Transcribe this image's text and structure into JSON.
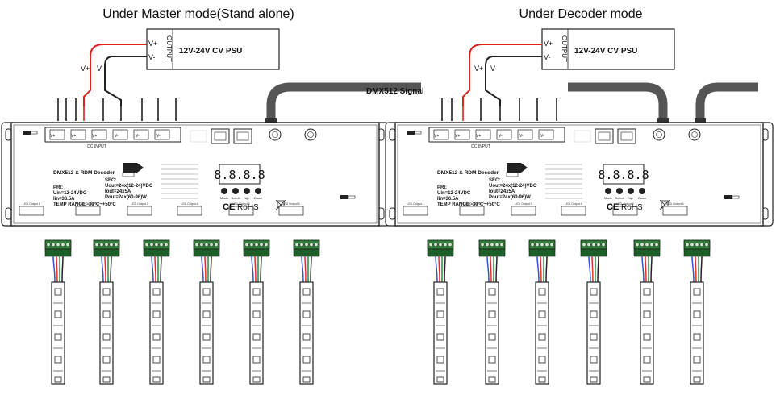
{
  "panels": [
    {
      "title": "Under Master mode(Stand alone)",
      "psu": {
        "label": "12V-24V CV PSU",
        "output": "OUTPUT",
        "vplus": "V+",
        "vminus": "V-"
      },
      "wire_labels": {
        "vplus": "V+",
        "vminus": "V-"
      },
      "signal_label": "DMX512 Signal",
      "controller": {
        "dc_input_label": "DC INPUT",
        "dc_terminals": [
          "V+",
          "V+",
          "V+",
          "V-",
          "V-",
          "V-"
        ],
        "model": "DMX512 & RDM Decoder",
        "pri": [
          "PRI:",
          "Uin=12-24VDC",
          "Iin=36.5A"
        ],
        "sec": [
          "SEC:",
          "Uout=24x(12-24)VDC",
          "Iout=24x5A",
          "Pout=24x(60-96)W"
        ],
        "temp": "TEMP RANGE:-30°C~+50°C",
        "display": "8.8.8.8",
        "buttons": [
          "Mode",
          "Select",
          "Up",
          "Down"
        ],
        "ce": "CE",
        "rohs": "RoHS",
        "outputs": [
          "LED Output 1",
          "LED Output 2",
          "LED Output 3",
          "LED Output 4",
          "LED Output 5",
          "LED Output 6"
        ]
      }
    },
    {
      "title": "Under Decoder mode",
      "psu": {
        "label": "12V-24V CV PSU",
        "output": "OUTPUT",
        "vplus": "V+",
        "vminus": "V-"
      },
      "wire_labels": {
        "vplus": "V+",
        "vminus": "V-"
      },
      "controller": {
        "dc_input_label": "DC INPUT",
        "dc_terminals": [
          "V+",
          "V+",
          "V+",
          "V-",
          "V-",
          "V-"
        ],
        "model": "DMX512 & RDM Decoder",
        "pri": [
          "PRI:",
          "Uin=12-24VDC",
          "Iin=36.5A"
        ],
        "sec": [
          "SEC:",
          "Uout=24x(12-24)VDC",
          "Iout=24x5A",
          "Pout=24x(60-96)W"
        ],
        "temp": "TEMP RANGE:-30°C~+50°C",
        "display": "8.8.8.8",
        "buttons": [
          "Mode",
          "Select",
          "Up",
          "Down"
        ],
        "ce": "CE",
        "rohs": "RoHS",
        "outputs": [
          "LED Output 1",
          "LED Output 2",
          "LED Output 3",
          "LED Output 4",
          "LED Output 5",
          "LED Output 6"
        ]
      }
    }
  ],
  "colors": {
    "positive_wire": "#e02020",
    "negative_wire": "#222222",
    "signal_cable": "#555555",
    "strip_red": "#d33",
    "strip_green": "#2a8a3a",
    "strip_blue": "#3355cc"
  }
}
